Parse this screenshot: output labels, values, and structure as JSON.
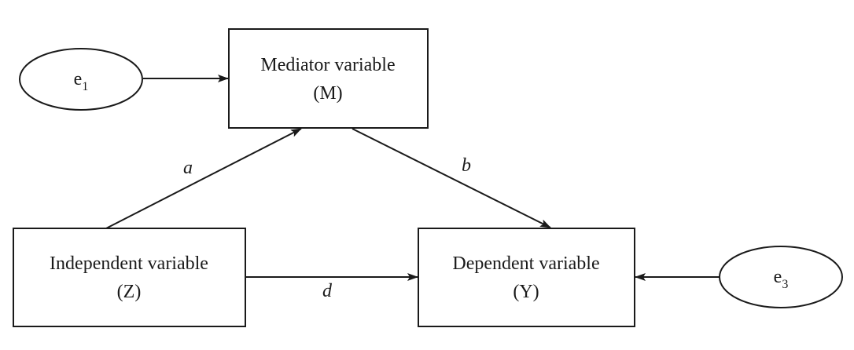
{
  "nodes": {
    "mediator": {
      "line1": "Mediator variable",
      "line2": "(M)"
    },
    "independent": {
      "line1": "Independent variable",
      "line2": "(Z)"
    },
    "dependent": {
      "line1": "Dependent variable",
      "line2": "(Y)"
    },
    "e1": {
      "base": "e",
      "sub": "1"
    },
    "e3": {
      "base": "e",
      "sub": "3"
    }
  },
  "edges": {
    "a": "a",
    "b": "b",
    "d": "d"
  },
  "colors": {
    "stroke": "#1a1a1a",
    "background": "#ffffff"
  }
}
